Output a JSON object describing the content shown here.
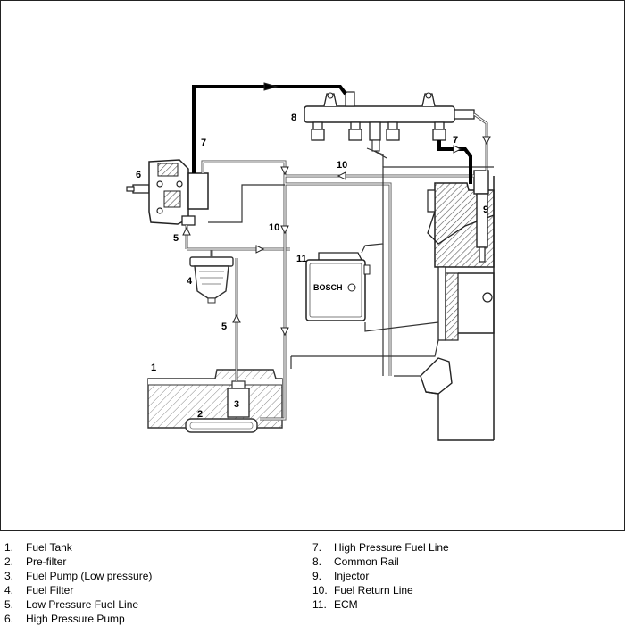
{
  "diagram": {
    "callouts": {
      "c1": "1",
      "c2": "2",
      "c3": "3",
      "c4": "4",
      "c5a": "5",
      "c5b": "5",
      "c6": "6",
      "c7a": "7",
      "c7b": "7",
      "c8": "8",
      "c9": "9",
      "c10a": "10",
      "c10b": "10",
      "c11": "11"
    },
    "ecm_brand": "BOSCH"
  },
  "legend": {
    "left": [
      {
        "num": "1.",
        "label": "Fuel Tank"
      },
      {
        "num": "2.",
        "label": "Pre-filter"
      },
      {
        "num": "3.",
        "label": "Fuel Pump (Low pressure)"
      },
      {
        "num": "4.",
        "label": "Fuel Filter"
      },
      {
        "num": "5.",
        "label": "Low Pressure Fuel Line"
      },
      {
        "num": "6.",
        "label": "High Pressure Pump"
      }
    ],
    "right": [
      {
        "num": "7.",
        "label": "High Pressure Fuel Line"
      },
      {
        "num": "8.",
        "label": "Common Rail"
      },
      {
        "num": "9.",
        "label": "Injector"
      },
      {
        "num": "10.",
        "label": "Fuel Return Line"
      },
      {
        "num": "11.",
        "label": "ECM"
      }
    ]
  }
}
